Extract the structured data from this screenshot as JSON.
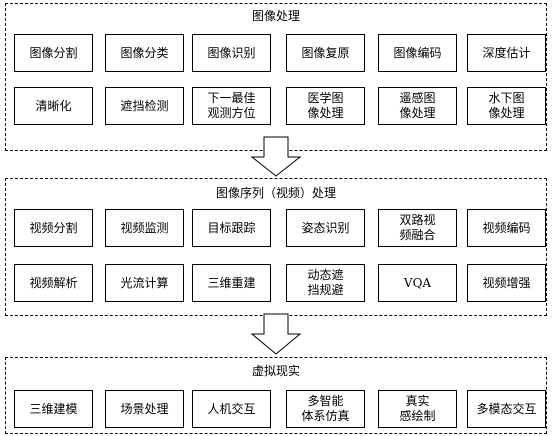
{
  "sections": [
    {
      "title": "图像处理",
      "rows": [
        [
          "图像分割",
          "图像分类",
          "图像识别",
          "图像复原",
          "图像编码",
          "深度估计"
        ],
        [
          "清晰化",
          "遮挡检测",
          "下一最佳\n观测方位",
          "医学图\n像处理",
          "遥感图\n像处理",
          "水下图\n像处理"
        ]
      ]
    },
    {
      "title": "图像序列（视频）处理",
      "rows": [
        [
          "视频分割",
          "视频监测",
          "目标跟踪",
          "姿态识别",
          "双路视\n频融合",
          "视频编码"
        ],
        [
          "视频解析",
          "光流计算",
          "三维重建",
          "动态遮\n挡规避",
          "VQA",
          "视频增强"
        ]
      ]
    },
    {
      "title": "虚拟现实",
      "rows": [
        [
          "三维建模",
          "场景处理",
          "人机交互",
          "多智能\n体系仿真",
          "真实\n感绘制",
          "多模态交互"
        ]
      ]
    }
  ]
}
